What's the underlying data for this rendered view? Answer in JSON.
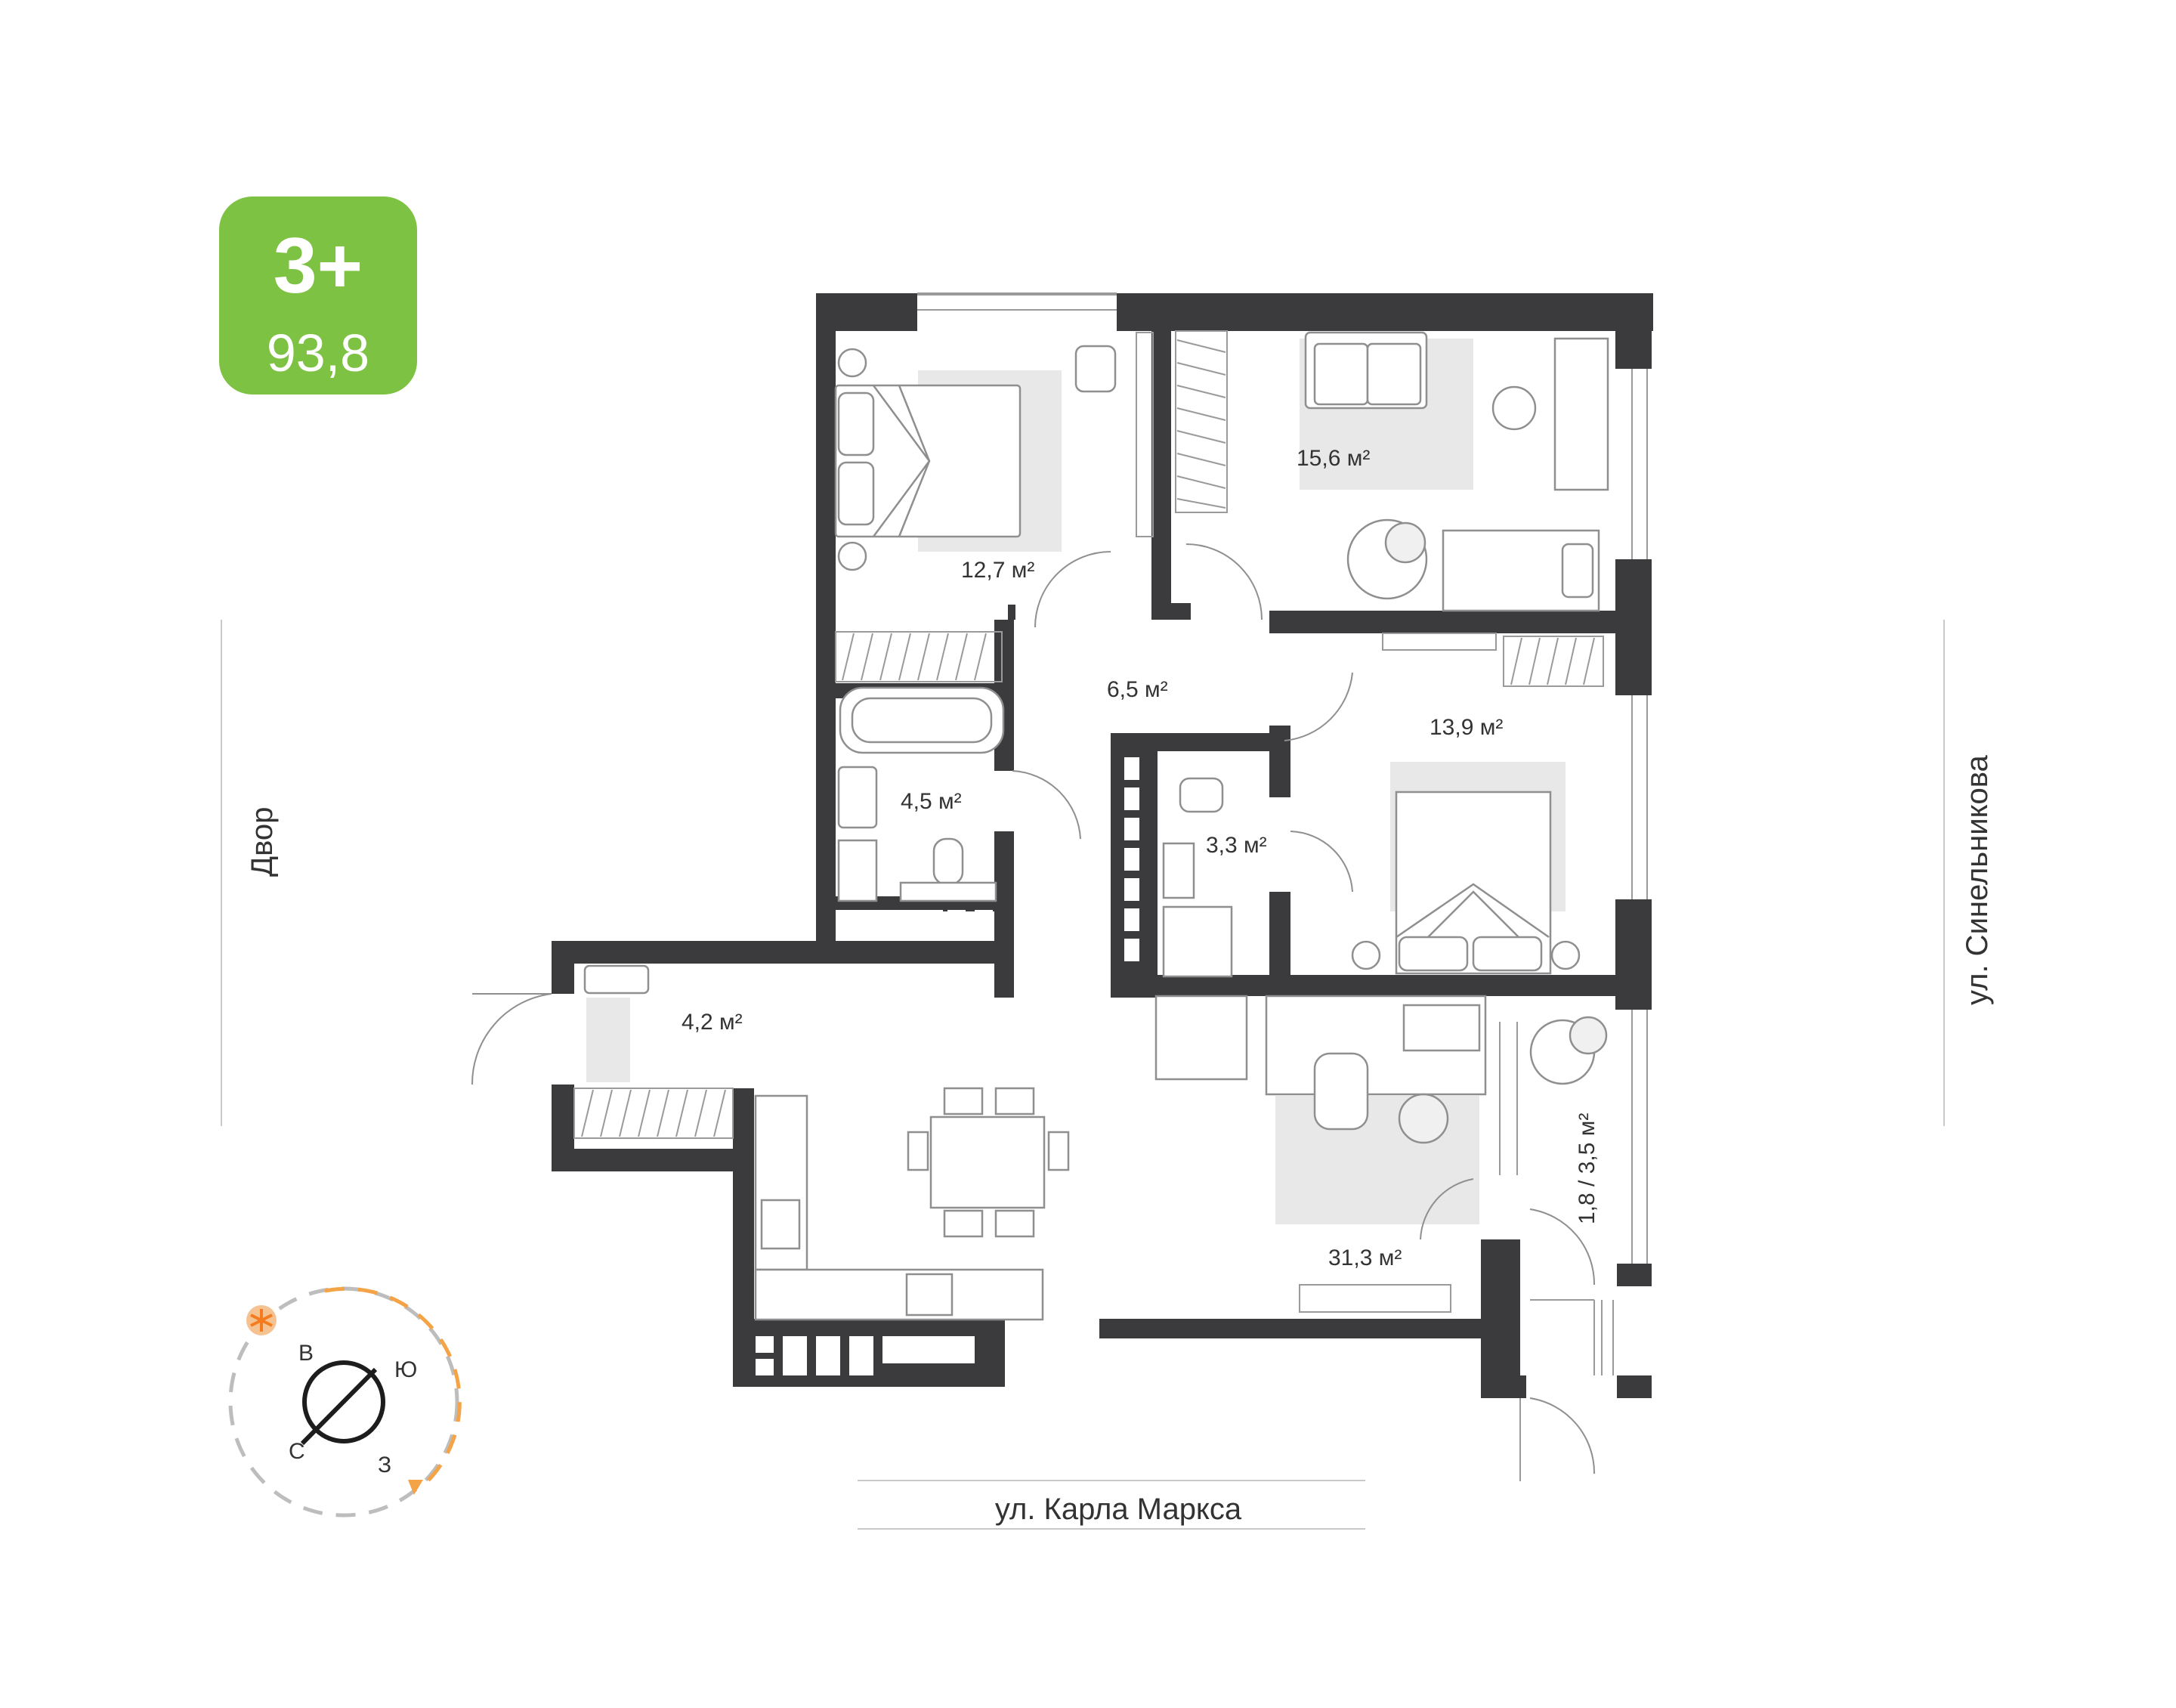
{
  "badge": {
    "rooms": "3+",
    "area": "93,8",
    "color": "#7dc242"
  },
  "streets": {
    "bottom": "ул. Карла Маркса",
    "left": "Двор",
    "right": "ул. Синельникова"
  },
  "rooms": {
    "bedroom_left": "12,7 м²",
    "bedroom_top_right": "15,6 м²",
    "hall": "6,5 м²",
    "bathroom": "4,5 м²",
    "wc": "3,3 м²",
    "bedroom_right": "13,9 м²",
    "entrance": "4,2 м²",
    "living_kitchen": "31,3 м²",
    "balcony": "1,8 / 3,5 м²"
  },
  "compass": {
    "north": "С",
    "east": "В",
    "south": "Ю",
    "west": "З",
    "sun_color": "#f4a347"
  },
  "colors": {
    "wall": "#3b3b3d",
    "rug": "#e6e6e6",
    "line": "#9a9a9a"
  }
}
